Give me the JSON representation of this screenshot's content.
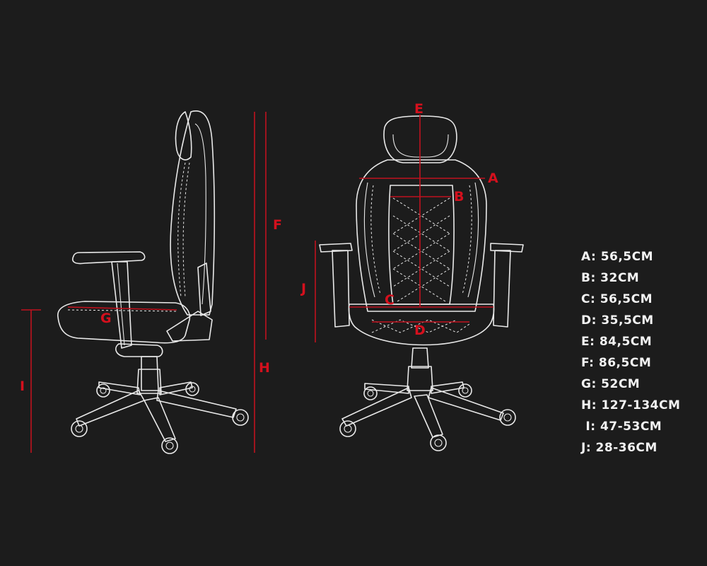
{
  "colors": {
    "background": "#1c1c1c",
    "line_art": "#e9e9e9",
    "dimension_red": "#c0121e",
    "text": "#f2f2f2"
  },
  "dimension_letters": {
    "A": "A",
    "B": "B",
    "C": "C",
    "D": "D",
    "E": "E",
    "F": "F",
    "G": "G",
    "H": "H",
    "I": "I",
    "J": "J"
  },
  "legend": [
    {
      "key": "A",
      "text": "A: 56,5CM"
    },
    {
      "key": "B",
      "text": "B: 32CM"
    },
    {
      "key": "C",
      "text": "C: 56,5CM"
    },
    {
      "key": "D",
      "text": "D: 35,5CM"
    },
    {
      "key": "E",
      "text": "E: 84,5CM"
    },
    {
      "key": "F",
      "text": "F: 86,5CM"
    },
    {
      "key": "G",
      "text": "G: 52CM"
    },
    {
      "key": "H",
      "text": "H: 127-134CM"
    },
    {
      "key": "I",
      "text": " I: 47-53CM"
    },
    {
      "key": "J",
      "text": "J: 28-36CM"
    }
  ]
}
